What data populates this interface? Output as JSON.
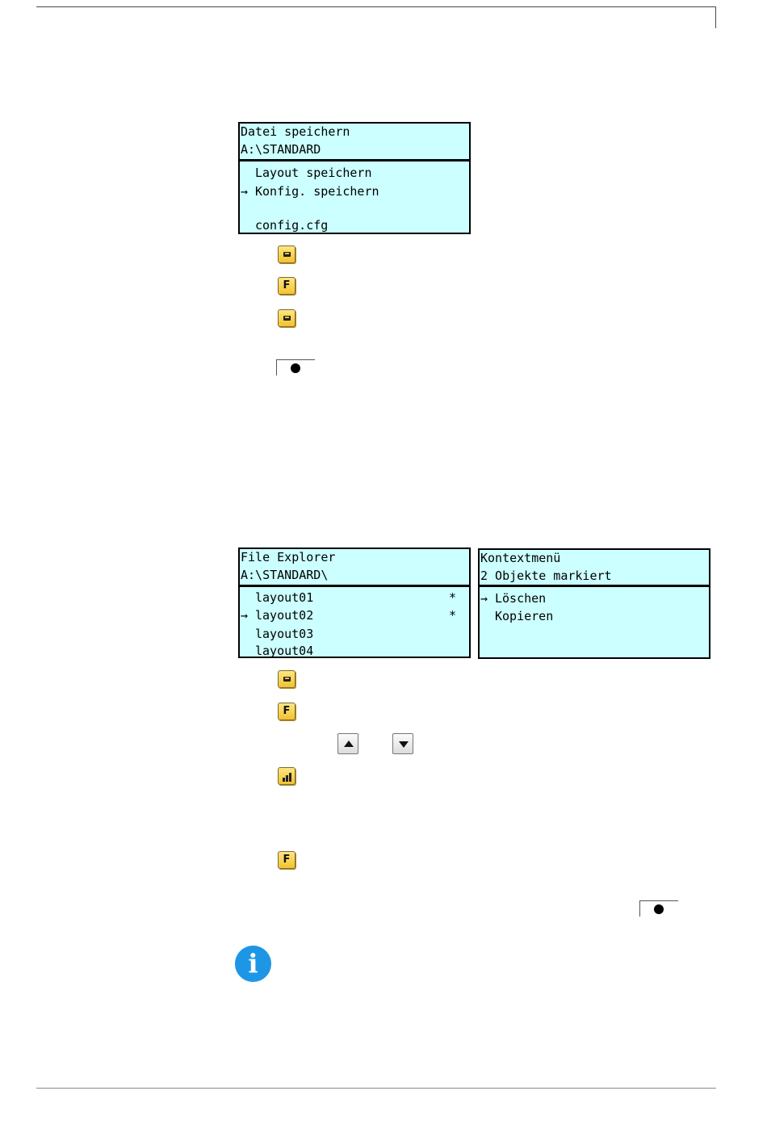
{
  "screen_save": {
    "title_line1": "Datei speichern",
    "title_line2": "A:\\STANDARD",
    "items": [
      {
        "cursor": "",
        "label": "Layout speichern"
      },
      {
        "cursor": "→",
        "label": "Konfig. speichern"
      },
      {
        "cursor": "",
        "label": ""
      },
      {
        "cursor": "",
        "label": "config.cfg"
      }
    ]
  },
  "screen_explorer": {
    "title_line1": "File Explorer",
    "title_line2": "A:\\STANDARD\\",
    "items": [
      {
        "cursor": "",
        "label": "layout01",
        "mark": "*"
      },
      {
        "cursor": "→",
        "label": "layout02",
        "mark": "*"
      },
      {
        "cursor": "",
        "label": "layout03",
        "mark": ""
      },
      {
        "cursor": "",
        "label": "layout04",
        "mark": ""
      }
    ]
  },
  "screen_context": {
    "title_line1": "Kontextmenü",
    "title_line2": "2 Objekte markiert",
    "items": [
      {
        "cursor": "→",
        "label": "Löschen"
      },
      {
        "cursor": "",
        "label": "Kopieren"
      }
    ]
  },
  "keys": {
    "function_glyph": "F",
    "info_glyph": "i"
  },
  "icons": {
    "save_key": "save-icon",
    "function_key": "function-key-icon",
    "select_key": "select-marker-icon",
    "up_key": "arrow-up-icon",
    "down_key": "arrow-down-icon",
    "record_button": "record-dot-icon",
    "info": "info-icon"
  },
  "colors": {
    "lcd_background": "#ccffff",
    "key_yellow": "#f2c230",
    "info_blue": "#1e96e6"
  }
}
